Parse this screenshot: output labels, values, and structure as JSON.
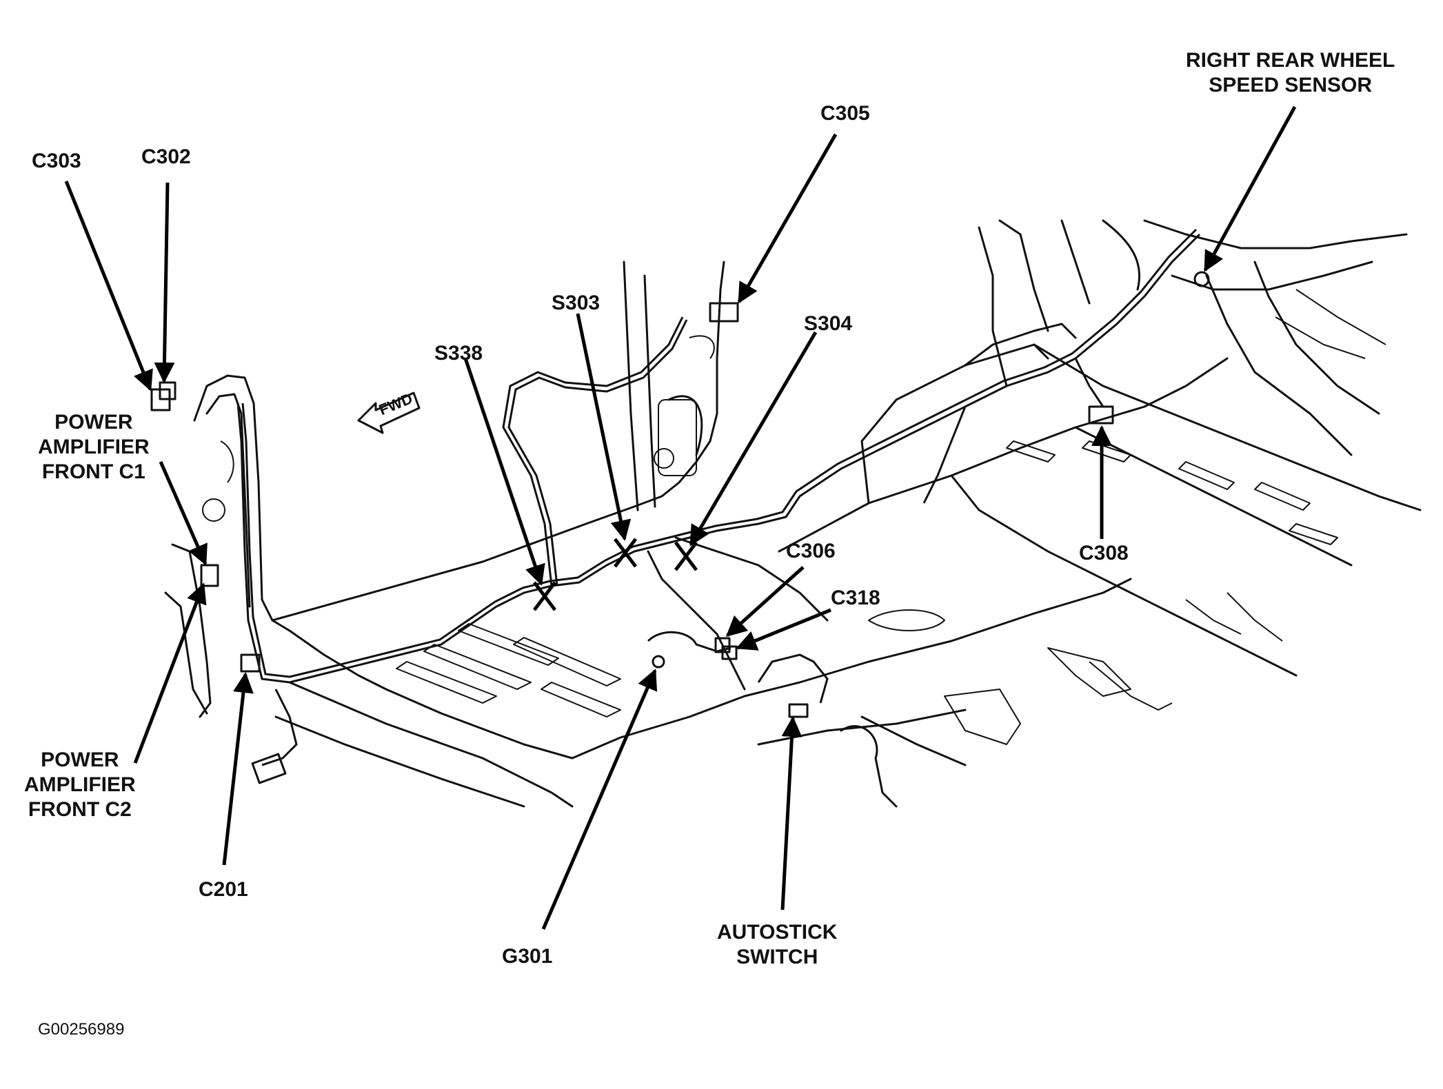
{
  "labels": {
    "right_rear_wheel_speed_sensor": [
      "RIGHT REAR WHEEL",
      "SPEED SENSOR"
    ],
    "c305": "C305",
    "c303": "C303",
    "c302": "C302",
    "s303": "S303",
    "s304": "S304",
    "s338": "S338",
    "power_amplifier_front_c1": [
      "POWER",
      "AMPLIFIER",
      "FRONT C1"
    ],
    "c306": "C306",
    "c318": "C318",
    "c308": "C308",
    "power_amplifier_front_c2": [
      "POWER",
      "AMPLIFIER",
      "FRONT C2"
    ],
    "c201": "C201",
    "g301": "G301",
    "autostick_switch": [
      "AUTOSTICK",
      "SWITCH"
    ]
  },
  "fwd_marker": "FWD",
  "figure_code": "G00256989"
}
